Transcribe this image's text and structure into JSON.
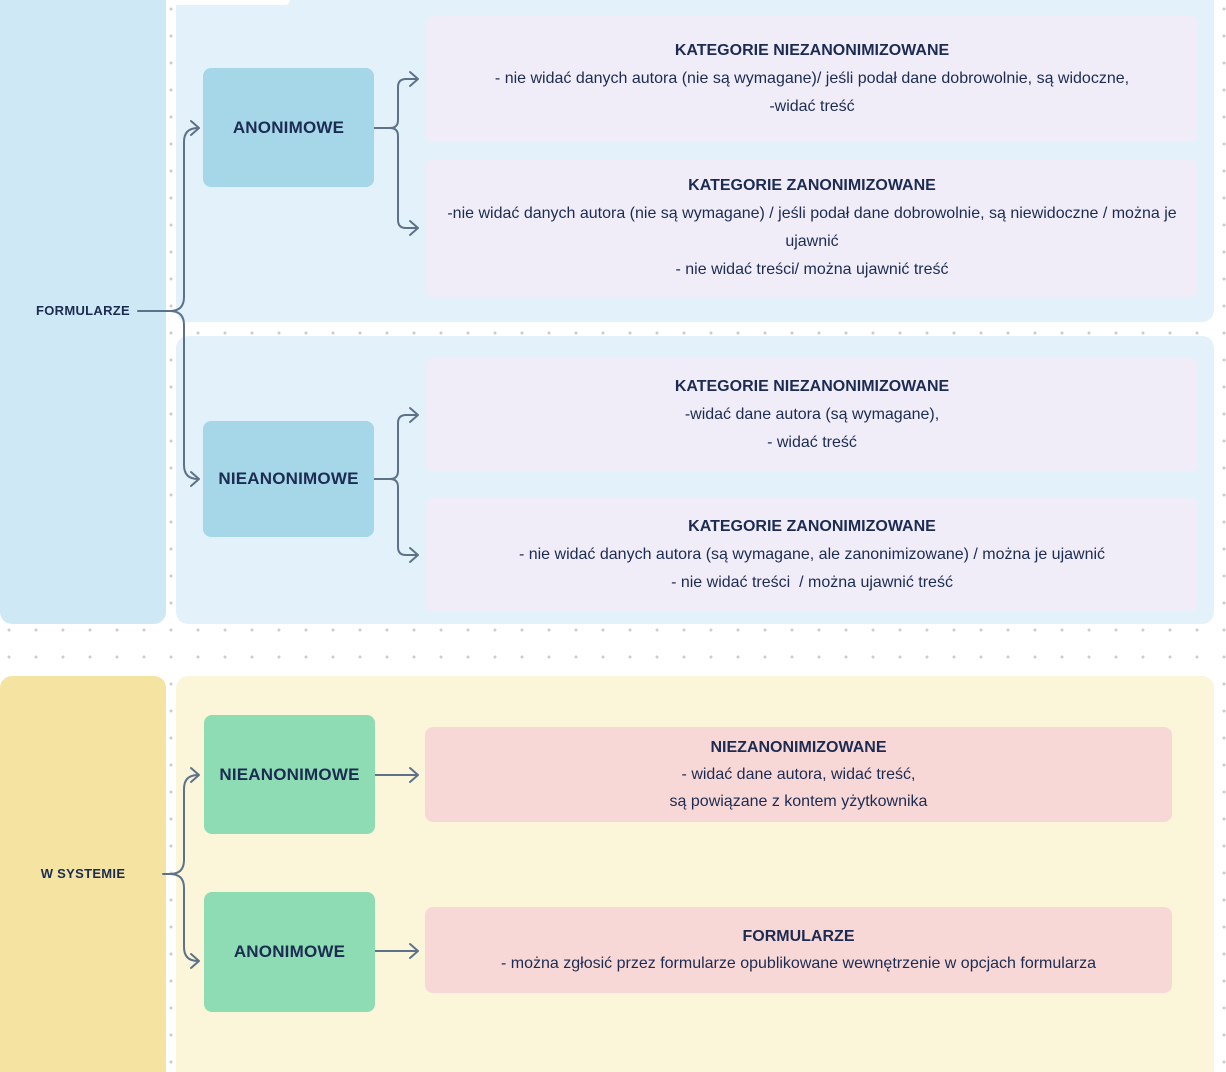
{
  "sections": [
    {
      "label": "FORMULARZE",
      "branches": [
        {
          "label": "ANONIMOWE",
          "boxes": [
            {
              "title": "KATEGORIE NIEZANONIMIZOWANE",
              "lines": [
                "- nie widać danych autora (nie są wymagane)/ jeśli podał dane dobrowolnie, są widoczne,",
                "-widać treść"
              ]
            },
            {
              "title": "KATEGORIE ZANONIMIZOWANE",
              "lines": [
                "-nie widać danych autora (nie są wymagane) / jeśli podał dane dobrowolnie, są niewidoczne / można je ujawnić",
                "- nie widać treści/ można ujawnić treść"
              ]
            }
          ]
        },
        {
          "label": "NIEANONIMOWE",
          "boxes": [
            {
              "title": "KATEGORIE NIEZANONIMIZOWANE",
              "lines": [
                "-widać dane autora (są wymagane),",
                "- widać treść"
              ]
            },
            {
              "title": "KATEGORIE ZANONIMIZOWANE",
              "lines": [
                "- nie widać danych autora (są wymagane, ale zanonimizowane) / można je ujawnić",
                "- nie widać treści  / można ujawnić treść"
              ]
            }
          ]
        }
      ]
    },
    {
      "label": "W SYSTEMIE",
      "branches": [
        {
          "label": "NIEANONIMOWE",
          "boxes": [
            {
              "title": "NIEZANONIMIZOWANE",
              "lines": [
                "- widać dane autora, widać treść,",
                "są powiązane z kontem yżytkownika"
              ]
            }
          ]
        },
        {
          "label": "ANONIMOWE",
          "boxes": [
            {
              "title": "FORMULARZE",
              "lines": [
                "- można zgłosić przez formularze opublikowane wewnętrzenie w opcjach formularza"
              ]
            }
          ]
        }
      ]
    }
  ],
  "colors": {
    "c-blue-panel": "#cfe8f6",
    "c-blue-container": "#e3f2fa",
    "c-blue-node": "#a5d7e8",
    "c-lavender": "#f0edf8",
    "c-yellow-panel": "#f4e3a1",
    "c-yellow-container": "#fbf5d9",
    "c-green-node": "#8edcb4",
    "c-pink": "#f8d8d6",
    "c-text": "#1c2b52",
    "c-wire": "#5d7289",
    "c-dot": "#c9cdd3"
  }
}
